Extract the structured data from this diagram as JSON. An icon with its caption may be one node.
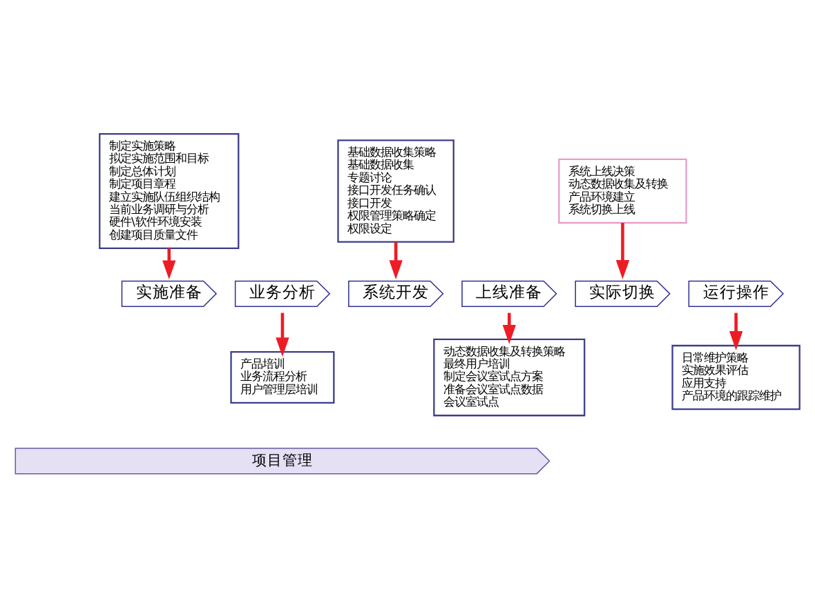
{
  "diagram": {
    "nodes": [
      {
        "text": [
          "实施准备"
        ]
      },
      {
        "text": [
          "制定实施策略",
          "拟定实施范围和目标",
          "制定总体计划",
          "制定项目章程",
          "建立实施队伍组织结构",
          "当前业务调研与分析",
          "硬件\\软件环境安装",
          "创建项目质量文件"
        ]
      },
      {
        "text": [
          "业务分析"
        ]
      },
      {
        "text": [
          "产品培训",
          "业务流程分析",
          "用户管理层培训"
        ]
      },
      {
        "text": [
          "系统开发"
        ]
      },
      {
        "text": [
          "基础数据收集策略",
          "基础数据收集",
          "专题讨论",
          "接口开发任务确认",
          "接口开发",
          "权限管理策略确定",
          "权限设定"
        ]
      },
      {
        "text": [
          "上线准备"
        ]
      },
      {
        "text": [
          "动态数据收集及转换策略",
          "最终用户培训",
          "制定会议室试点方案",
          "准备会议室试点数据",
          "会议室试点"
        ]
      },
      {
        "text": [
          "实际切换"
        ]
      },
      {
        "text": [
          "系统上线决策",
          "动态数据收集及转换",
          "产品环境建立",
          "系统切换上线"
        ]
      },
      {
        "text": [
          "运行操作"
        ]
      },
      {
        "text": [
          "日常维护策略",
          "实施效果评估",
          "应用支持",
          "产品环境的跟踪维护"
        ]
      },
      {
        "text": [
          "项目管理"
        ]
      }
    ],
    "edges": [
      {
        "from": 1,
        "to": 0,
        "arrow": "to"
      },
      {
        "from": 2,
        "to": 3,
        "arrow": "to"
      },
      {
        "from": 5,
        "to": 4,
        "arrow": "to"
      },
      {
        "from": 6,
        "to": 7,
        "arrow": "to"
      },
      {
        "from": 9,
        "to": 8,
        "arrow": "to"
      },
      {
        "from": 10,
        "to": 11,
        "arrow": "to"
      }
    ]
  }
}
